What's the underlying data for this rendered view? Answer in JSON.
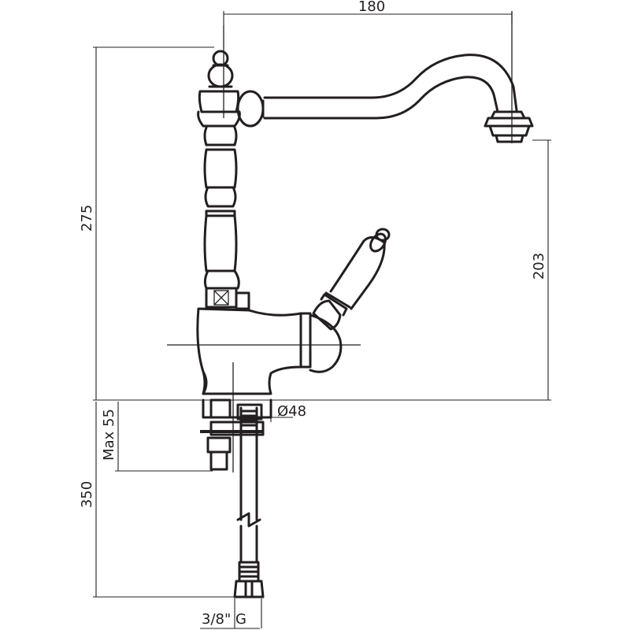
{
  "dimensions": {
    "spout_reach": "180",
    "total_height": "275",
    "spout_height": "203",
    "max_thickness": "Max 55",
    "hose_length": "350",
    "base_diameter": "Ø48",
    "connection": "3/8\" G"
  }
}
